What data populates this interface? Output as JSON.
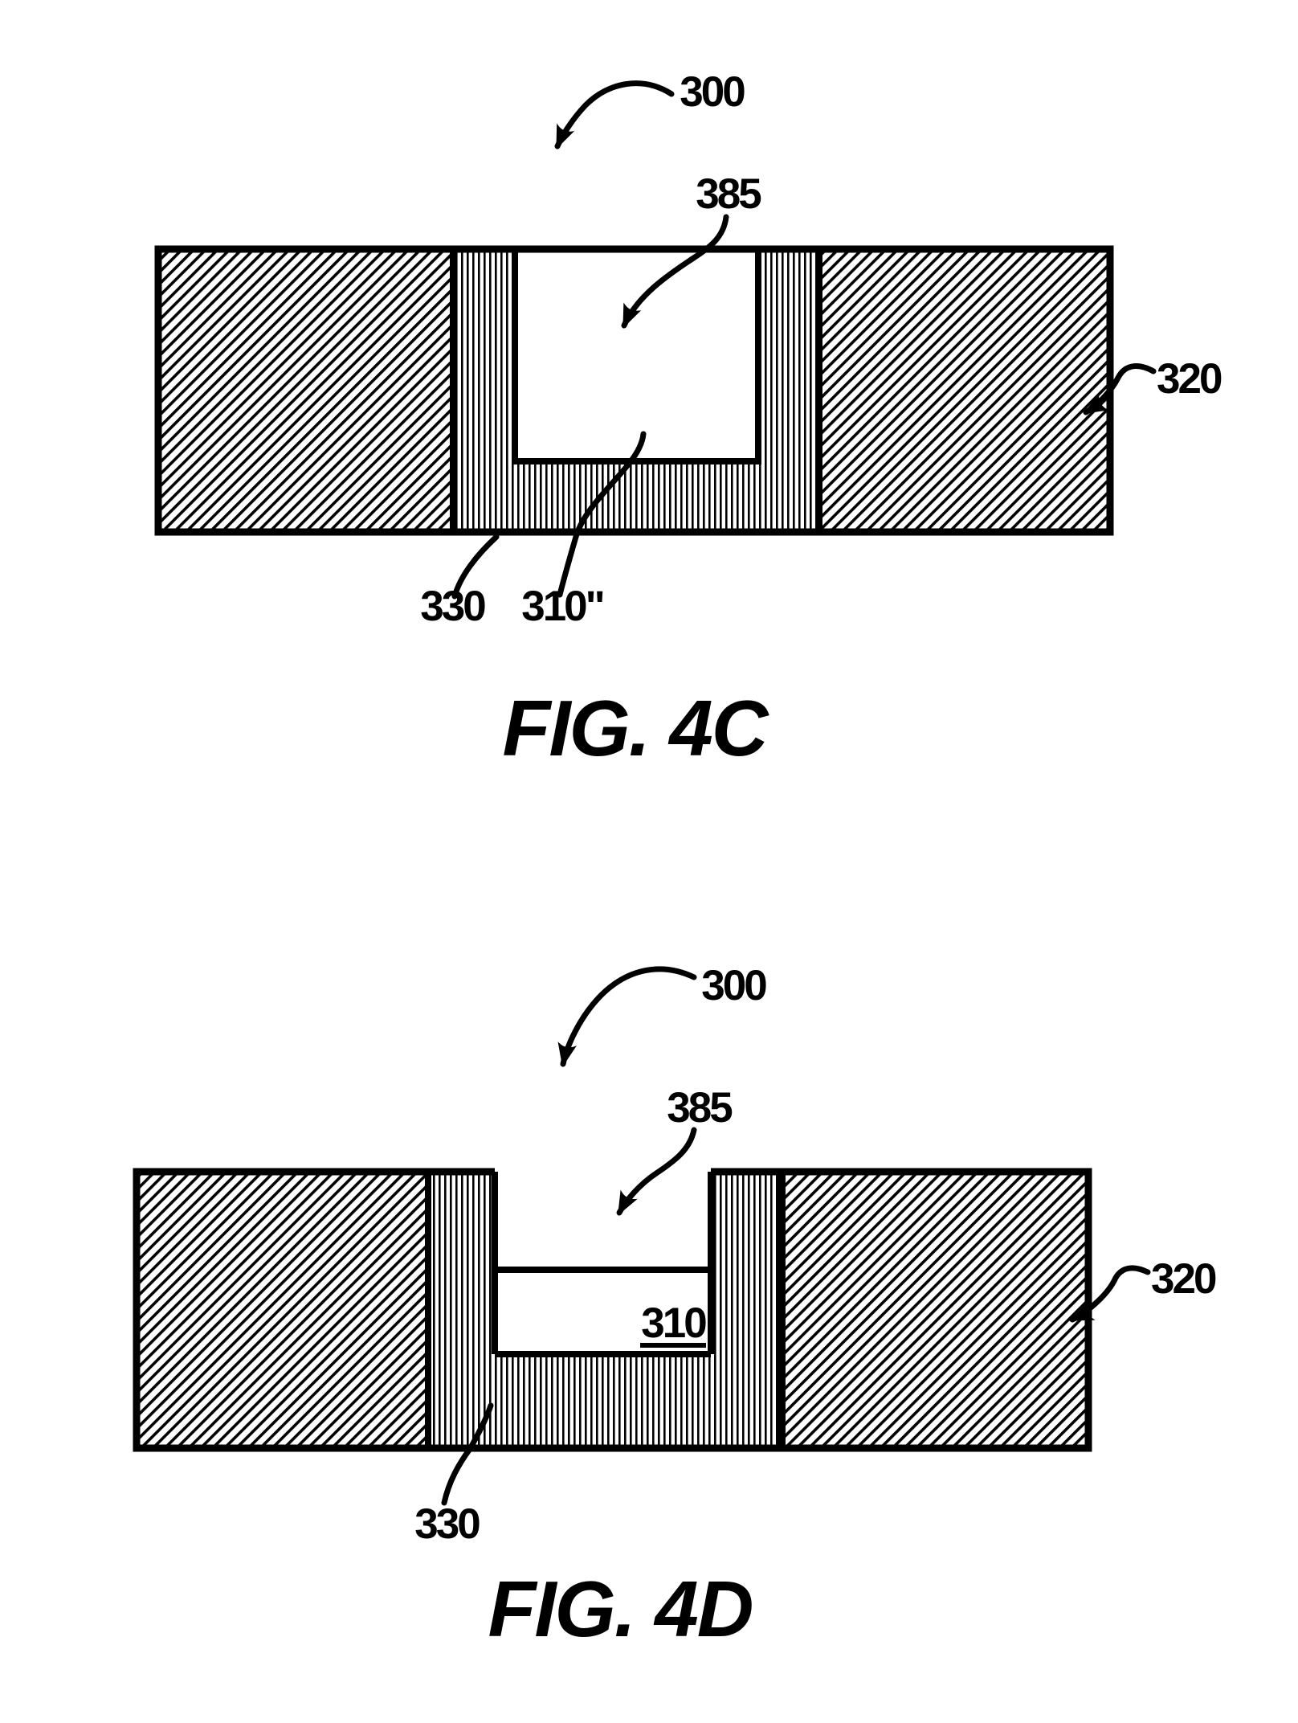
{
  "colors": {
    "ink": "#000000",
    "paper": "#ffffff"
  },
  "figures": [
    {
      "caption": "FIG. 4C",
      "refs": {
        "assembly": "300",
        "cavity": "385",
        "substrate": "320",
        "liner": "330",
        "fill": "310\""
      }
    },
    {
      "caption": "FIG. 4D",
      "refs": {
        "assembly": "300",
        "recess": "385",
        "substrate": "320",
        "liner": "330",
        "fill": "310"
      }
    }
  ]
}
